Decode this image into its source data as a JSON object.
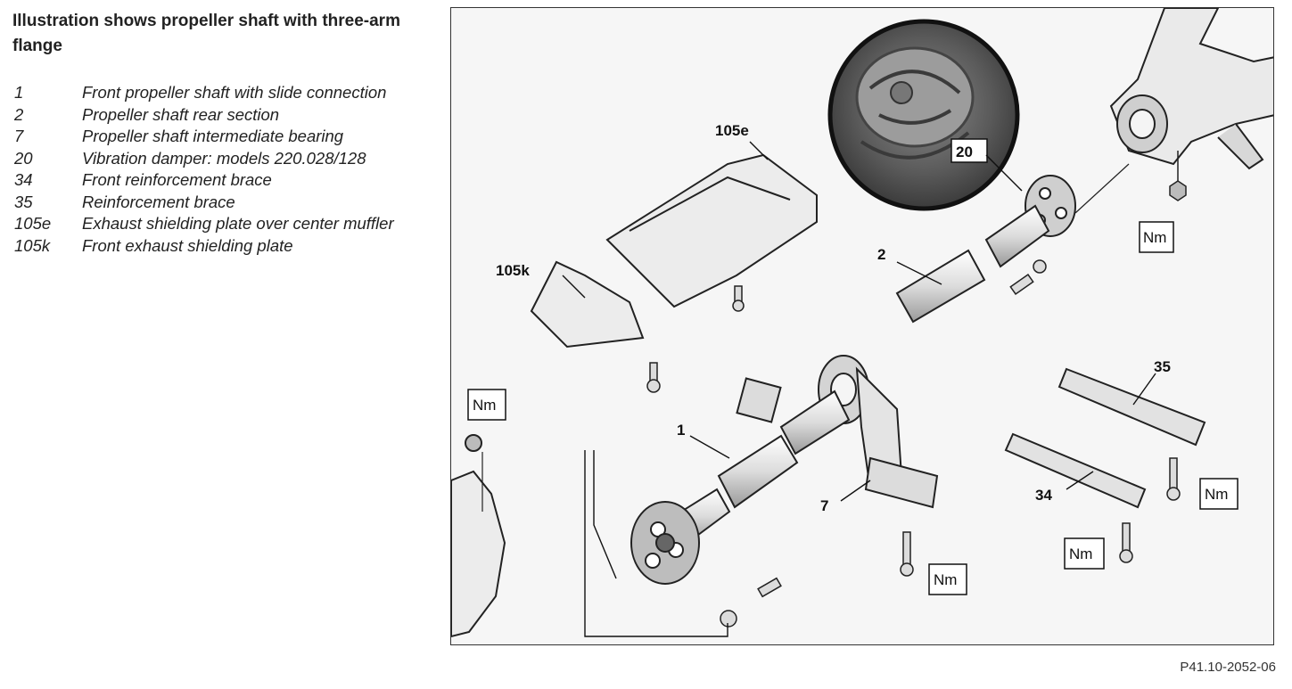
{
  "title": "Illustration shows propeller shaft with three-arm flange",
  "legend": [
    {
      "num": "1",
      "text": "Front propeller shaft with slide connection"
    },
    {
      "num": "2",
      "text": "Propeller shaft rear section"
    },
    {
      "num": "7",
      "text": "Propeller shaft intermediate bearing"
    },
    {
      "num": "20",
      "text": "Vibration damper: models 220.028/128"
    },
    {
      "num": "34",
      "text": "Front reinforcement brace"
    },
    {
      "num": "35",
      "text": "Reinforcement brace"
    },
    {
      "num": "105e",
      "text": "Exhaust shielding plate over center muffler"
    },
    {
      "num": "105k",
      "text": "Front exhaust shielding plate"
    }
  ],
  "figure": {
    "callouts": {
      "c1": "1",
      "c2": "2",
      "c7": "7",
      "c20": "20",
      "c34": "34",
      "c35": "35",
      "c105e": "105e",
      "c105k": "105k"
    },
    "torque_label": "Nm"
  },
  "figure_code": "P41.10-2052-06"
}
